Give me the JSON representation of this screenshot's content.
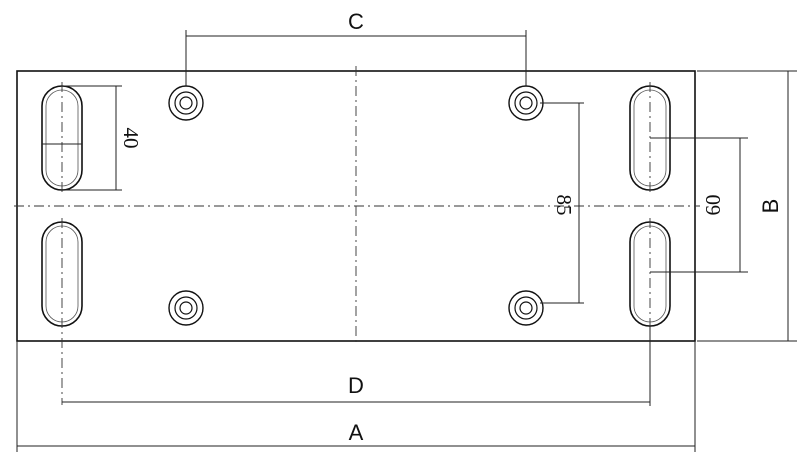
{
  "dimensions": {
    "A": "A",
    "B": "B",
    "C": "C",
    "D": "D",
    "slot_length": "40",
    "bolt_spacing": "85",
    "slot_spacing": "60"
  }
}
